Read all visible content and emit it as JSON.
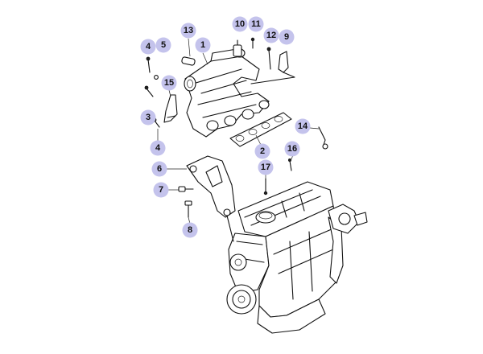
{
  "diagram": {
    "accent_color": "#c4c3ec",
    "callouts": [
      {
        "label": "1"
      },
      {
        "label": "2"
      },
      {
        "label": "3"
      },
      {
        "label": "4"
      },
      {
        "label": "4"
      },
      {
        "label": "5"
      },
      {
        "label": "6"
      },
      {
        "label": "7"
      },
      {
        "label": "8"
      },
      {
        "label": "9"
      },
      {
        "label": "10"
      },
      {
        "label": "11"
      },
      {
        "label": "12"
      },
      {
        "label": "13"
      },
      {
        "label": "14"
      },
      {
        "label": "15"
      },
      {
        "label": "16"
      },
      {
        "label": "17"
      }
    ]
  }
}
